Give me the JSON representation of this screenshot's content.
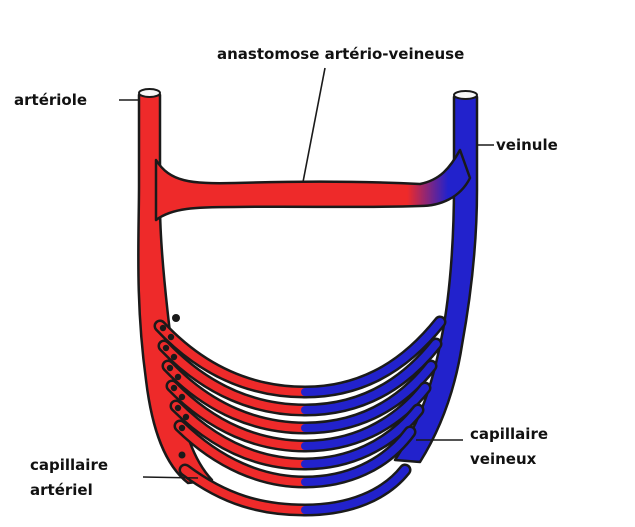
{
  "labels": {
    "anastomose": "anastomose artério-veineuse",
    "arteriole": "artériole",
    "veinule": "veinule",
    "capillaire_arteriel": [
      "capillaire",
      "artériel"
    ],
    "capillaire_veineux": [
      "capillaire",
      "veineux"
    ]
  },
  "colors": {
    "arterial": "#ee2a2a",
    "venous": "#2222cc",
    "outline": "#1a1a1a",
    "label": "#111111"
  }
}
